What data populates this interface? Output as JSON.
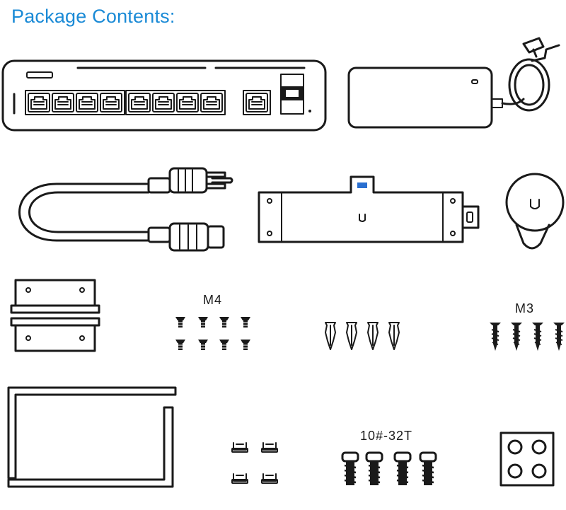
{
  "heading": "Package Contents:",
  "labels": {
    "m4": "M4",
    "m3": "M3",
    "screw_10_32": "10#-32T"
  },
  "colors": {
    "heading": "#1a8ad6",
    "line": "#1a1a1a",
    "accent": "#2a6fd0"
  },
  "items": [
    {
      "icon": "network-switch"
    },
    {
      "icon": "power-adapter"
    },
    {
      "icon": "power-cord"
    },
    {
      "icon": "mounting-bracket-plate"
    },
    {
      "icon": "magnetic-mount"
    },
    {
      "icon": "rack-ear-brackets"
    },
    {
      "icon": "m4-screws"
    },
    {
      "icon": "wall-anchors"
    },
    {
      "icon": "m3-screws"
    },
    {
      "icon": "l-shaped-brackets"
    },
    {
      "icon": "cable-clips"
    },
    {
      "icon": "10-32-screws"
    },
    {
      "icon": "rubber-feet"
    }
  ]
}
